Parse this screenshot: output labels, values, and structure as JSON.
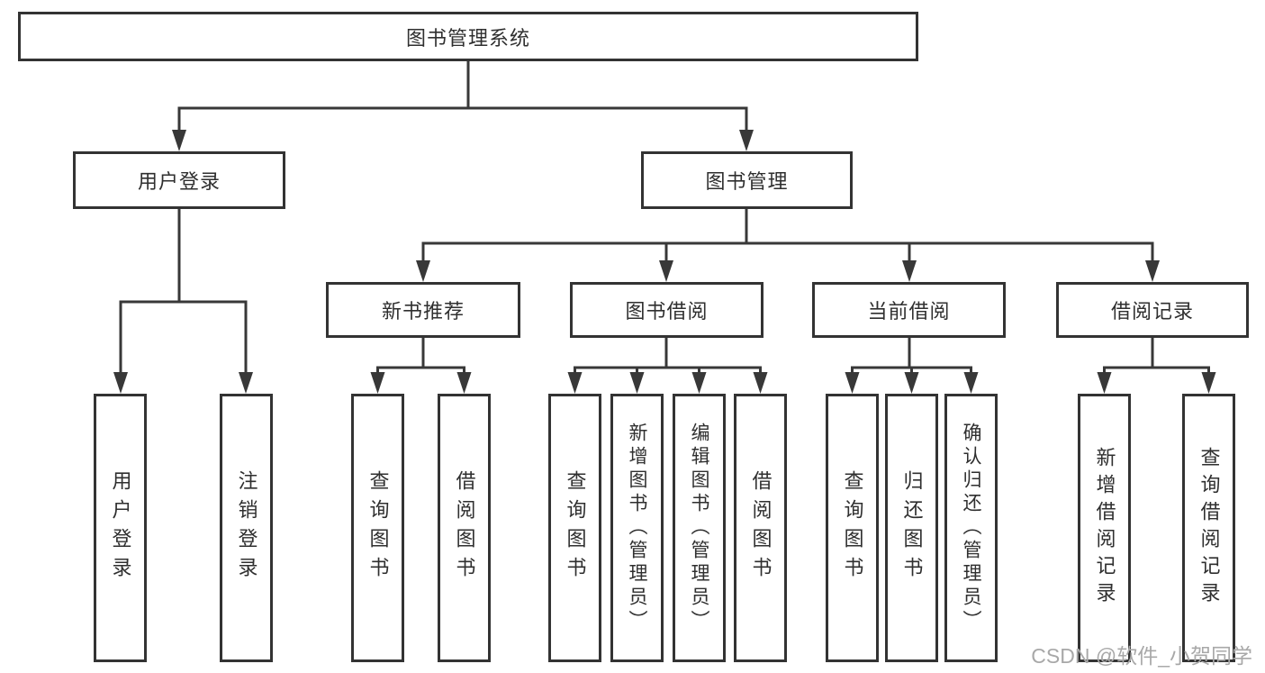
{
  "colors": {
    "line": "#383838",
    "box_border": "#333333",
    "text": "#2f2f2f",
    "watermark": "#a8a8a8",
    "background": "#ffffff"
  },
  "watermark": {
    "text": "CSDN @软件_小贺同学"
  },
  "tree": {
    "root": {
      "label": "图书管理系统"
    },
    "branches": [
      {
        "label": "用户登录",
        "children": [
          {
            "label": "用户登录"
          },
          {
            "label": "注销登录"
          }
        ]
      },
      {
        "label": "图书管理",
        "children": [
          {
            "label": "新书推荐",
            "children": [
              {
                "label": "查询图书"
              },
              {
                "label": "借阅图书"
              }
            ]
          },
          {
            "label": "图书借阅",
            "children": [
              {
                "label": "查询图书"
              },
              {
                "label": "新增图书（管理员）"
              },
              {
                "label": "编辑图书（管理员）"
              },
              {
                "label": "借阅图书"
              }
            ]
          },
          {
            "label": "当前借阅",
            "children": [
              {
                "label": "查询图书"
              },
              {
                "label": "归还图书"
              },
              {
                "label": "确认归还（管理员）"
              }
            ]
          },
          {
            "label": "借阅记录",
            "children": [
              {
                "label": "新增借阅记录"
              },
              {
                "label": "查询借阅记录"
              }
            ]
          }
        ]
      }
    ]
  }
}
